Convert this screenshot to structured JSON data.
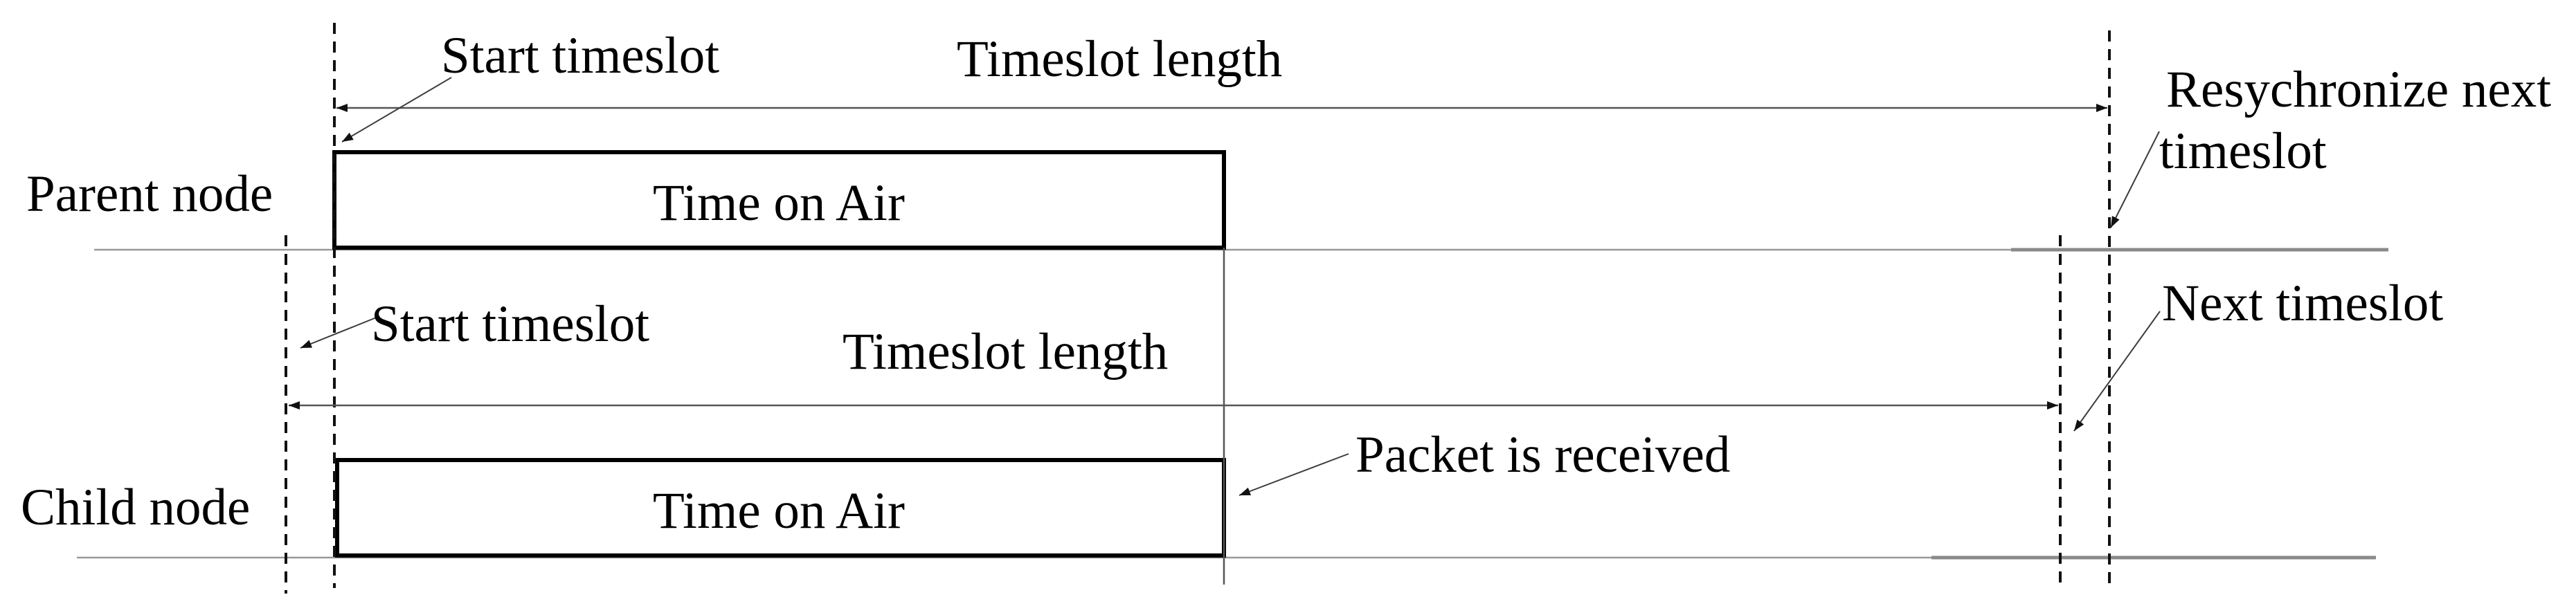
{
  "figure": {
    "type": "timeslot-synchronization-timing-diagram",
    "rows": {
      "parent": {
        "label": "Parent node",
        "box_label": "Time on Air",
        "start_label": "Start timeslot",
        "length_label": "Timeslot length",
        "resync_label_line1": "Resychronize next",
        "resync_label_line2": "timeslot"
      },
      "child": {
        "label": "Child node",
        "box_label": "Time on Air",
        "start_label": "Start timeslot",
        "length_label": "Timeslot length",
        "packet_label": "Packet is received",
        "next_label": "Next timeslot"
      }
    },
    "colors": {
      "background": "#ffffff",
      "text": "#000000",
      "box_border": "#000000",
      "box_fill": "#ffffff",
      "dashed_line": "#111111",
      "baseline": "#8f8f8f",
      "arrow_line": "#555555",
      "arrow_head": "#111111",
      "pointer_line": "#3c3c3c"
    }
  }
}
